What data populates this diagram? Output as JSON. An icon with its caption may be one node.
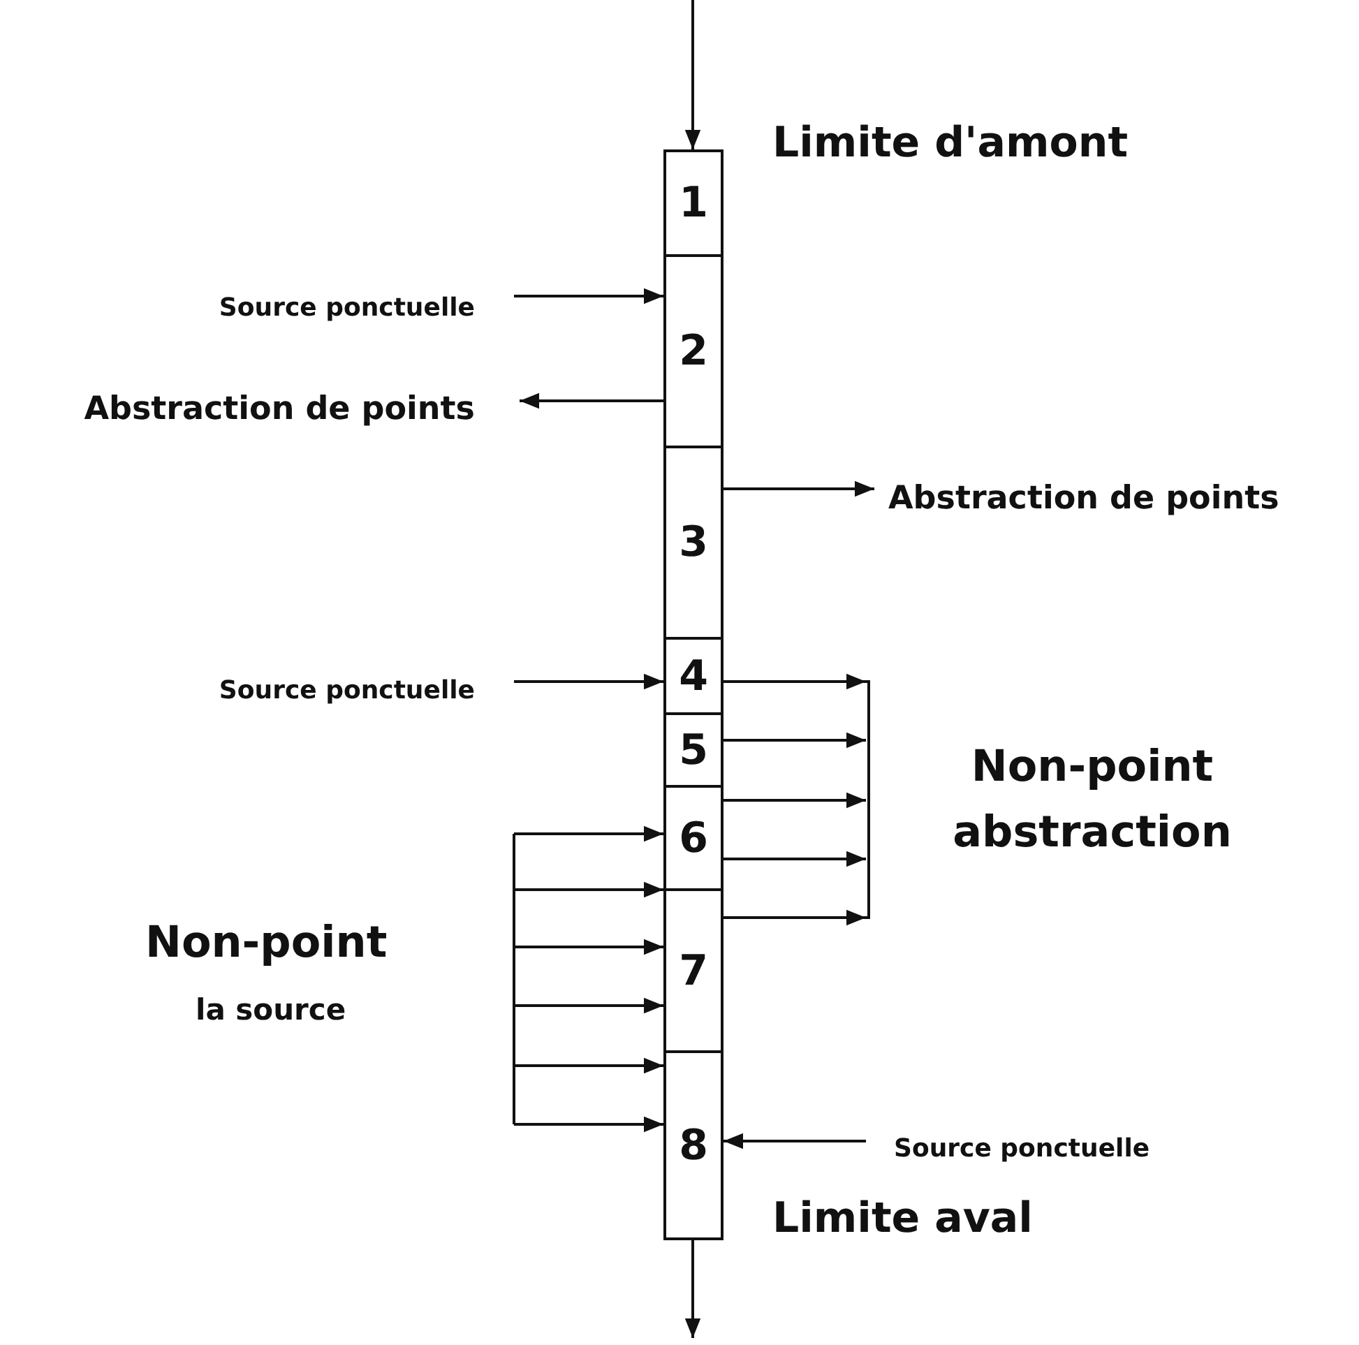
{
  "diagram": {
    "nodes": [
      {
        "text": [
          "1"
        ]
      },
      {
        "text": [
          "2"
        ]
      },
      {
        "text": [
          "3"
        ]
      },
      {
        "text": [
          "4"
        ]
      },
      {
        "text": [
          "5"
        ]
      },
      {
        "text": [
          "6"
        ]
      },
      {
        "text": [
          "7"
        ]
      },
      {
        "text": [
          "8"
        ]
      },
      {
        "text": [
          "Source ponctuelle"
        ]
      },
      {
        "text": [
          "Abstraction de points"
        ]
      },
      {
        "text": [
          "Abstraction de points"
        ]
      },
      {
        "text": [
          "Source ponctuelle"
        ]
      },
      {
        "text": [
          "Source ponctuelle"
        ]
      }
    ],
    "edges": [
      {
        "from": null,
        "to": 0,
        "arrow": "to"
      },
      {
        "from": 8,
        "to": 1,
        "arrow": "to"
      },
      {
        "from": 1,
        "to": 9,
        "arrow": "to"
      },
      {
        "from": 2,
        "to": 10,
        "arrow": "to"
      },
      {
        "from": 11,
        "to": 3,
        "arrow": "to"
      },
      {
        "from": 3,
        "to": null,
        "arrow": "to"
      },
      {
        "from": 4,
        "to": null,
        "arrow": "to"
      },
      {
        "from": 5,
        "to": null,
        "arrow": "to"
      },
      {
        "from": 5,
        "to": null,
        "arrow": "to"
      },
      {
        "from": 6,
        "to": null,
        "arrow": "to"
      },
      {
        "from": null,
        "to": 5,
        "arrow": "to"
      },
      {
        "from": null,
        "to": 5,
        "arrow": "to"
      },
      {
        "from": null,
        "to": 6,
        "arrow": "to"
      },
      {
        "from": null,
        "to": 6,
        "arrow": "to"
      },
      {
        "from": null,
        "to": 7,
        "arrow": "to"
      },
      {
        "from": null,
        "to": 7,
        "arrow": "to"
      },
      {
        "from": 12,
        "to": 7,
        "arrow": "to"
      },
      {
        "from": 7,
        "to": null,
        "arrow": "to"
      }
    ],
    "labels": [
      "Limite d'amont",
      "Non-point abstraction",
      "Non-point",
      "la source",
      "Limite aval"
    ]
  }
}
